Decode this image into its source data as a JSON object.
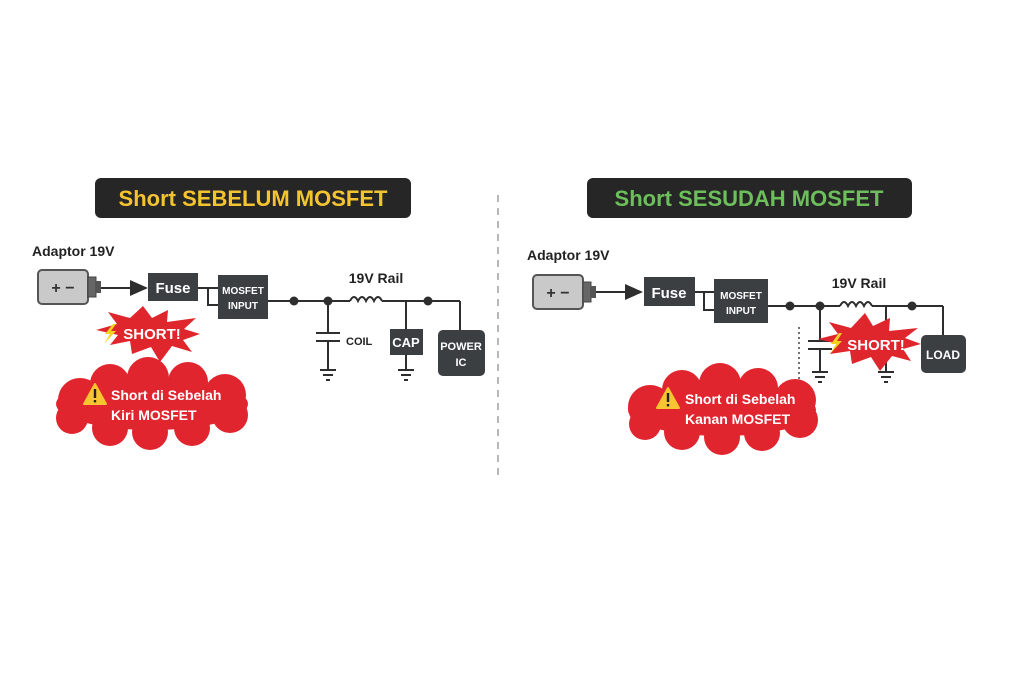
{
  "colors": {
    "title_bg": "#262626",
    "left_title": "#f4c430",
    "right_title": "#6cbf5a",
    "box": "#3b3f42",
    "wire": "#2e2e2e",
    "burst": "#e0262d",
    "cloud": "#e1252e",
    "bolt": "#f5d21e",
    "warn": "#f6c531",
    "divider": "#b8b8b8"
  },
  "left": {
    "title": "Short SEBELUM MOSFET",
    "adaptor_label": "Adaptor 19V",
    "adaptor_symbol": "+ −",
    "fuse": "Fuse",
    "mosfet_line1": "MOSFET",
    "mosfet_line2": "INPUT",
    "rail_label": "19V Rail",
    "coil_label": "COIL",
    "cap_label": "CAP",
    "load_line1": "POWER",
    "load_line2": "IC",
    "short_label": "SHORT!",
    "callout_line1": "Short di Sebelah",
    "callout_line2": "Kiri MOSFET"
  },
  "right": {
    "title": "Short SESUDAH MOSFET",
    "adaptor_label": "Adaptor 19V",
    "adaptor_symbol": "+ −",
    "fuse": "Fuse",
    "mosfet_line1": "MOSFET",
    "mosfet_line2": "INPUT",
    "rail_label": "19V Rail",
    "load_line1": "LOAD",
    "short_label": "SHORT!",
    "callout_line1": "Short di Sebelah",
    "callout_line2": "Kanan MOSFET"
  }
}
